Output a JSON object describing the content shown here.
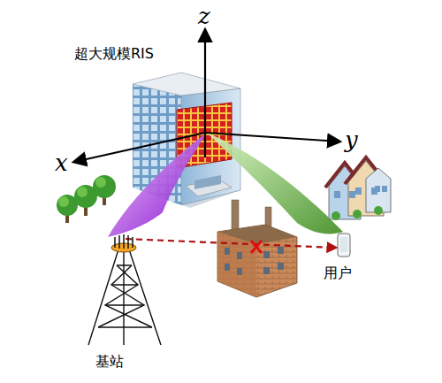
{
  "diagram": {
    "labels": [
      "超大规模RIS",
      "z",
      "x",
      "y",
      "基站",
      "用户"
    ]
  }
}
